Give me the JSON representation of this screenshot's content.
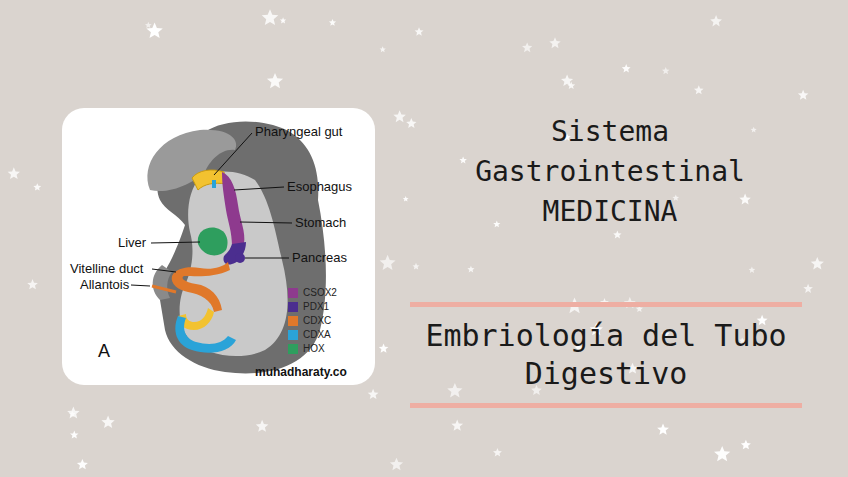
{
  "diagram": {
    "title": "Sistema Gastrointestinal MEDICINA",
    "nodes": [
      {
        "text": [
          "Embriología del Tubo Digestivo"
        ]
      }
    ],
    "labels": [
      "Pharyngeal gut",
      "Esophagus",
      "Stomach",
      "Pancreas",
      "Liver",
      "Vitelline duct",
      "Allantois",
      "A",
      "muhadharaty.co"
    ],
    "legend": [
      {
        "text": "CSOX2",
        "color": "#8e3a8e"
      },
      {
        "text": "PDX1",
        "color": "#4b2e8f"
      },
      {
        "text": "CDXC",
        "color": "#e0782a"
      },
      {
        "text": "CDXA",
        "color": "#2aa3d8"
      },
      {
        "text": "HOX",
        "color": "#2e9e5e"
      }
    ]
  }
}
